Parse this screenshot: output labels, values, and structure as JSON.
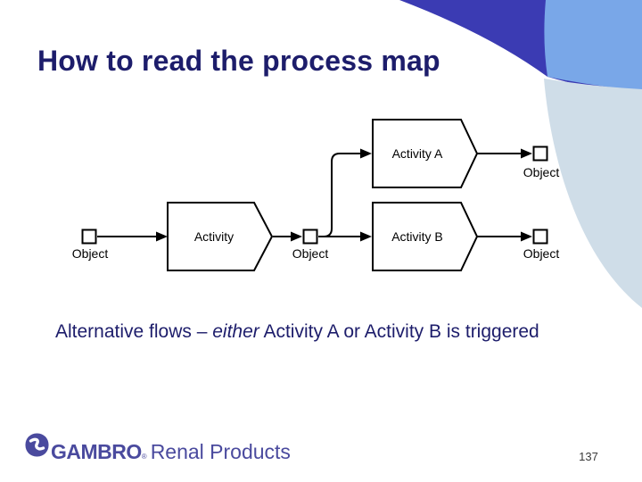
{
  "slide": {
    "title": "How to read the process map",
    "caption": {
      "prefix": "Alternative flows – ",
      "italic": "either",
      "suffix": " Activity A or Activity B is triggered"
    },
    "page_number": "137",
    "logo": {
      "brand": "GAMBRO",
      "reg_mark": "®",
      "product_line": "Renal Products",
      "icon": "gambro-swirl-icon"
    }
  },
  "diagram": {
    "activities": [
      {
        "label": "Activity"
      },
      {
        "label": "Activity A"
      },
      {
        "label": "Activity B"
      }
    ],
    "objects": [
      {
        "label": "Object"
      },
      {
        "label": "Object"
      },
      {
        "label": "Object"
      },
      {
        "label": "Object"
      }
    ]
  },
  "colors": {
    "title_text": "#1d1d6b",
    "caption_text": "#1d1d6b",
    "decor_dark": "#3b3bb3",
    "decor_medium": "#79a7e8",
    "decor_pale": "#cfdde8",
    "logo": "#4a4a9e",
    "diagram_line": "#000000",
    "page_number_text": "#3a3a3a"
  }
}
